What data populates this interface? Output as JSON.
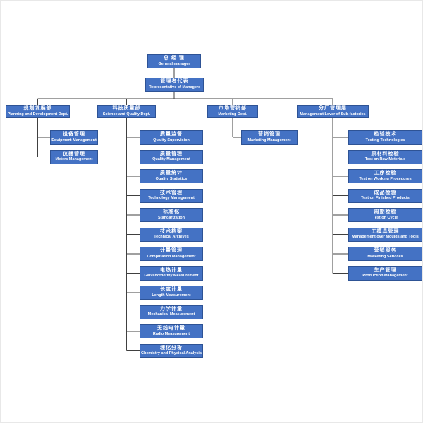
{
  "colors": {
    "box_fill": "#4472C4",
    "box_border": "#2E5395",
    "box_text": "#FFFFFF",
    "connector": "#404040",
    "background": "#FFFFFF"
  },
  "nodes": {
    "root": {
      "zh": "总 经 理",
      "en": "General manager"
    },
    "representative": {
      "zh": "管理者代表",
      "en": "Representative of Managers"
    }
  },
  "departments": [
    {
      "id": "planning",
      "zh": "规划发展部",
      "en": "Planning and Development Dept.",
      "children": [
        {
          "zh": "设备管理",
          "en": "Equipment Management"
        },
        {
          "zh": "仪器管理",
          "en": "Meters Management"
        }
      ]
    },
    {
      "id": "science-quality",
      "zh": "科技质量部",
      "en": "Science and Quality Dept.",
      "children": [
        {
          "zh": "质量监督",
          "en": "Quality Supervision"
        },
        {
          "zh": "质量管理",
          "en": "Quality Management"
        },
        {
          "zh": "质量统计",
          "en": "Quality Statistics"
        },
        {
          "zh": "技术管理",
          "en": "Technology Management"
        },
        {
          "zh": "标准化",
          "en": "Standarization"
        },
        {
          "zh": "技术档案",
          "en": "Technical Archives"
        },
        {
          "zh": "计量管理",
          "en": "Computation Management"
        },
        {
          "zh": "电热计量",
          "en": "Galvanothermy Measurement"
        },
        {
          "zh": "长度计量",
          "en": "Length Measurement"
        },
        {
          "zh": "力学计量",
          "en": "Mechanical Measurement"
        },
        {
          "zh": "无线电计量",
          "en": "Radio Measurement"
        },
        {
          "zh": "理化分析",
          "en": "Chemistry and Physical Analysis"
        }
      ]
    },
    {
      "id": "marketing",
      "zh": "市场营销部",
      "en": "Marketing Dept.",
      "children": [
        {
          "zh": "营销管理",
          "en": "Marketing Management"
        }
      ]
    },
    {
      "id": "sub-factories",
      "zh": "分厂管理层",
      "en": "Management Lever of Sub-factories",
      "children": [
        {
          "zh": "检验技术",
          "en": "Testing Technologies"
        },
        {
          "zh": "原材料检验",
          "en": "Test on Raw Meterials"
        },
        {
          "zh": "工序检验",
          "en": "Test on Working Procedures"
        },
        {
          "zh": "成品检验",
          "en": "Test on Finished Products"
        },
        {
          "zh": "周期检验",
          "en": "Test on Cycle"
        },
        {
          "zh": "工模具管理",
          "en": "Management over Moulds and Tools"
        },
        {
          "zh": "营销服务",
          "en": "Marketing Services"
        },
        {
          "zh": "生产管理",
          "en": "Production Management"
        }
      ]
    }
  ]
}
